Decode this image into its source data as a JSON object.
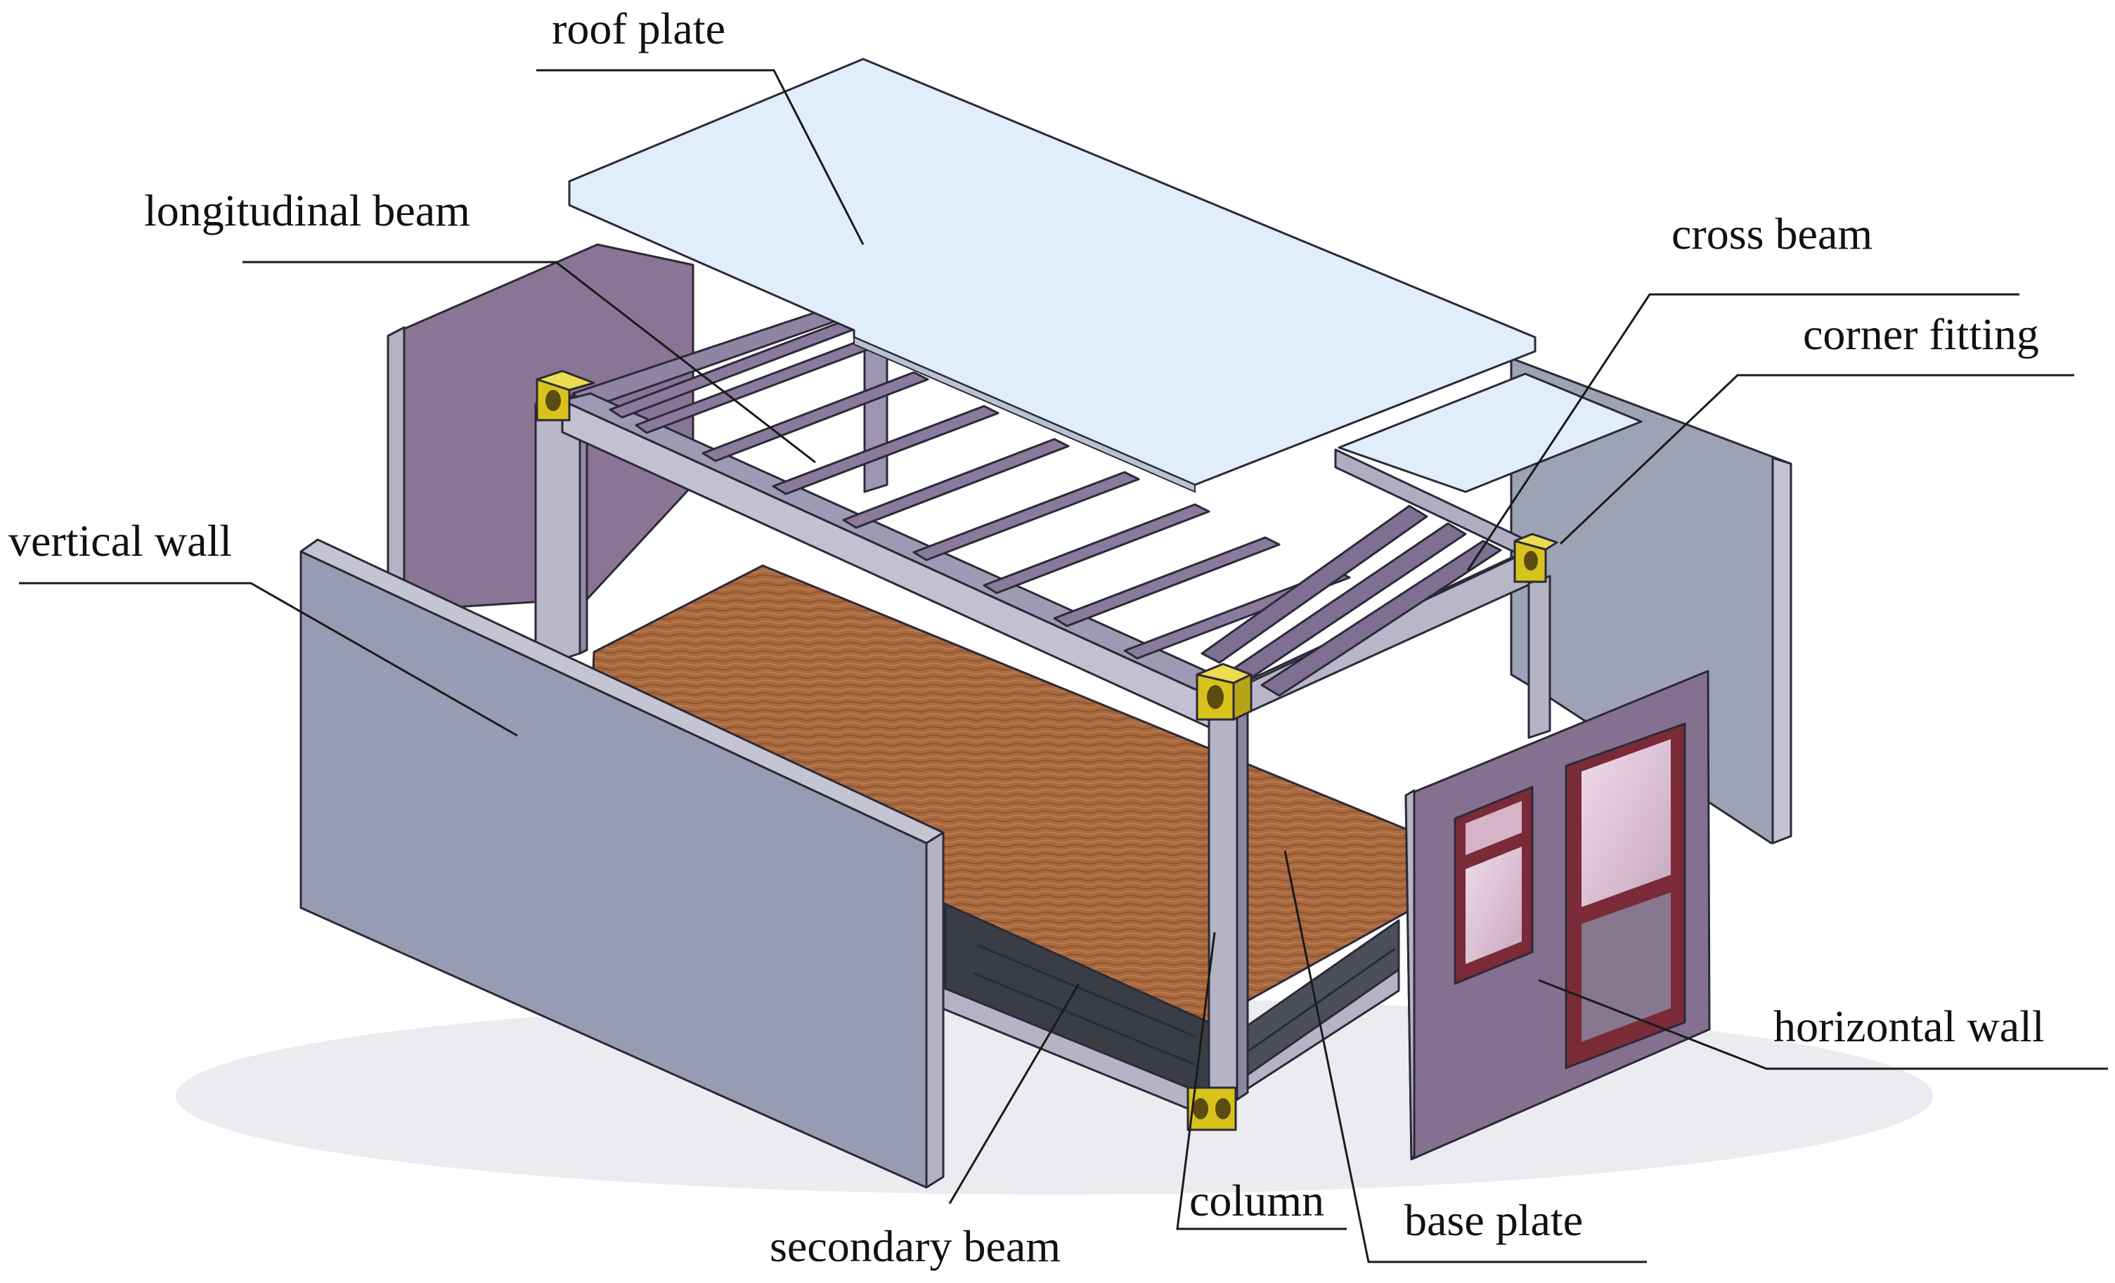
{
  "labels": {
    "roof_plate": "roof plate",
    "longitudinal_beam": "longitudinal beam",
    "cross_beam": "cross beam",
    "corner_fitting": "corner fitting",
    "vertical_wall": "vertical wall",
    "horizontal_wall": "horizontal wall",
    "column": "column",
    "base_plate": "base plate",
    "secondary_beam": "secondary beam"
  },
  "colors": {
    "roof_plate": "#e3eefb",
    "wall_light": "#9a9db3",
    "wall_dark": "#7a6685",
    "beam": "#8d7f9e",
    "column": "#b7b5c8",
    "corner_fitting": "#d7c21c",
    "floor": "#a8683f",
    "window_frame": "#7d2e3a",
    "window_glass": "#dcc0d4"
  }
}
